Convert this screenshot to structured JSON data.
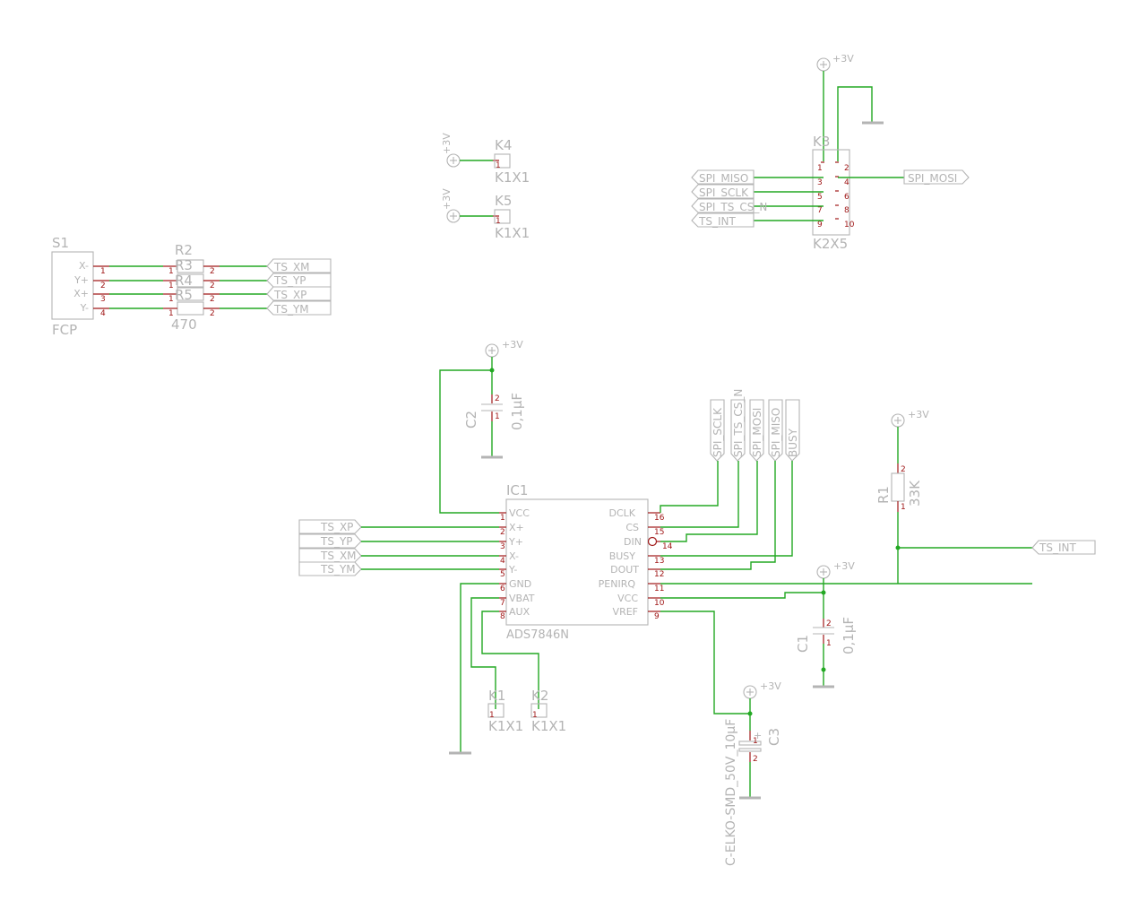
{
  "power_label": "+3V",
  "components": {
    "S1": {
      "name": "S1",
      "value": "FCP",
      "pins": [
        "X-",
        "Y+",
        "X+",
        "Y-"
      ],
      "pin_numbers": [
        "1",
        "2",
        "3",
        "4"
      ]
    },
    "R2": {
      "name": "R2",
      "stack": [
        "R3",
        "R4",
        "R5"
      ],
      "value": "470",
      "pin_left": "1",
      "pin_right": "2"
    },
    "K4": {
      "name": "K4",
      "value": "K1X1",
      "pin": "1"
    },
    "K5": {
      "name": "K5",
      "value": "K1X1",
      "pin": "1"
    },
    "K3": {
      "name": "K3",
      "value": "K2X5",
      "pins_left": [
        "1",
        "3",
        "5",
        "7",
        "9"
      ],
      "pins_right": [
        "2",
        "4",
        "6",
        "8",
        "10"
      ]
    },
    "C2": {
      "name": "C2",
      "value": "0,1µF",
      "pin_top": "2",
      "pin_bottom": "1"
    },
    "C1": {
      "name": "C1",
      "value": "0,1µF",
      "pin_top": "2",
      "pin_bottom": "1"
    },
    "C3": {
      "name": "C3",
      "value": "C-ELKO-SMD_50V_10µF",
      "pin_top": "1",
      "pin_bottom": "2",
      "polarity": "+"
    },
    "R1": {
      "name": "R1",
      "value": "33K",
      "pin_top": "2",
      "pin_bottom": "1"
    },
    "K1": {
      "name": "K1",
      "value": "K1X1",
      "pin": "1"
    },
    "K2": {
      "name": "K2",
      "value": "K1X1",
      "pin": "1"
    },
    "IC1": {
      "name": "IC1",
      "value": "ADS7846N",
      "left_pins": [
        {
          "num": "1",
          "name": "VCC"
        },
        {
          "num": "2",
          "name": "X+"
        },
        {
          "num": "3",
          "name": "Y+"
        },
        {
          "num": "4",
          "name": "X-"
        },
        {
          "num": "5",
          "name": "Y-"
        },
        {
          "num": "6",
          "name": "GND"
        },
        {
          "num": "7",
          "name": "VBAT"
        },
        {
          "num": "8",
          "name": "AUX"
        }
      ],
      "right_pins": [
        {
          "num": "16",
          "name": "DCLK"
        },
        {
          "num": "15",
          "name": "CS"
        },
        {
          "num": "14",
          "name": "DIN"
        },
        {
          "num": "13",
          "name": "BUSY"
        },
        {
          "num": "12",
          "name": "DOUT"
        },
        {
          "num": "11",
          "name": "PENIRQ"
        },
        {
          "num": "10",
          "name": "VCC"
        },
        {
          "num": "9",
          "name": "VREF"
        }
      ]
    }
  },
  "net_labels": {
    "s1_side": [
      "TS_XM",
      "TS_YP",
      "TS_XP",
      "TS_YM"
    ],
    "ic_left": [
      "TS_XP",
      "TS_YP",
      "TS_XM",
      "TS_YM"
    ],
    "k3_left": [
      "SPI_MISO",
      "SPI_SCLK",
      "SPI_TS_CS_N",
      "TS_INT"
    ],
    "k3_right": [
      "SPI_MOSI"
    ],
    "ic_top": [
      "SPI_SCLK",
      "SPI_TS_CS_N",
      "SPI_MOSI",
      "SPI_MISO",
      "BUSY"
    ],
    "penirq_out": [
      "TS_INT"
    ]
  }
}
